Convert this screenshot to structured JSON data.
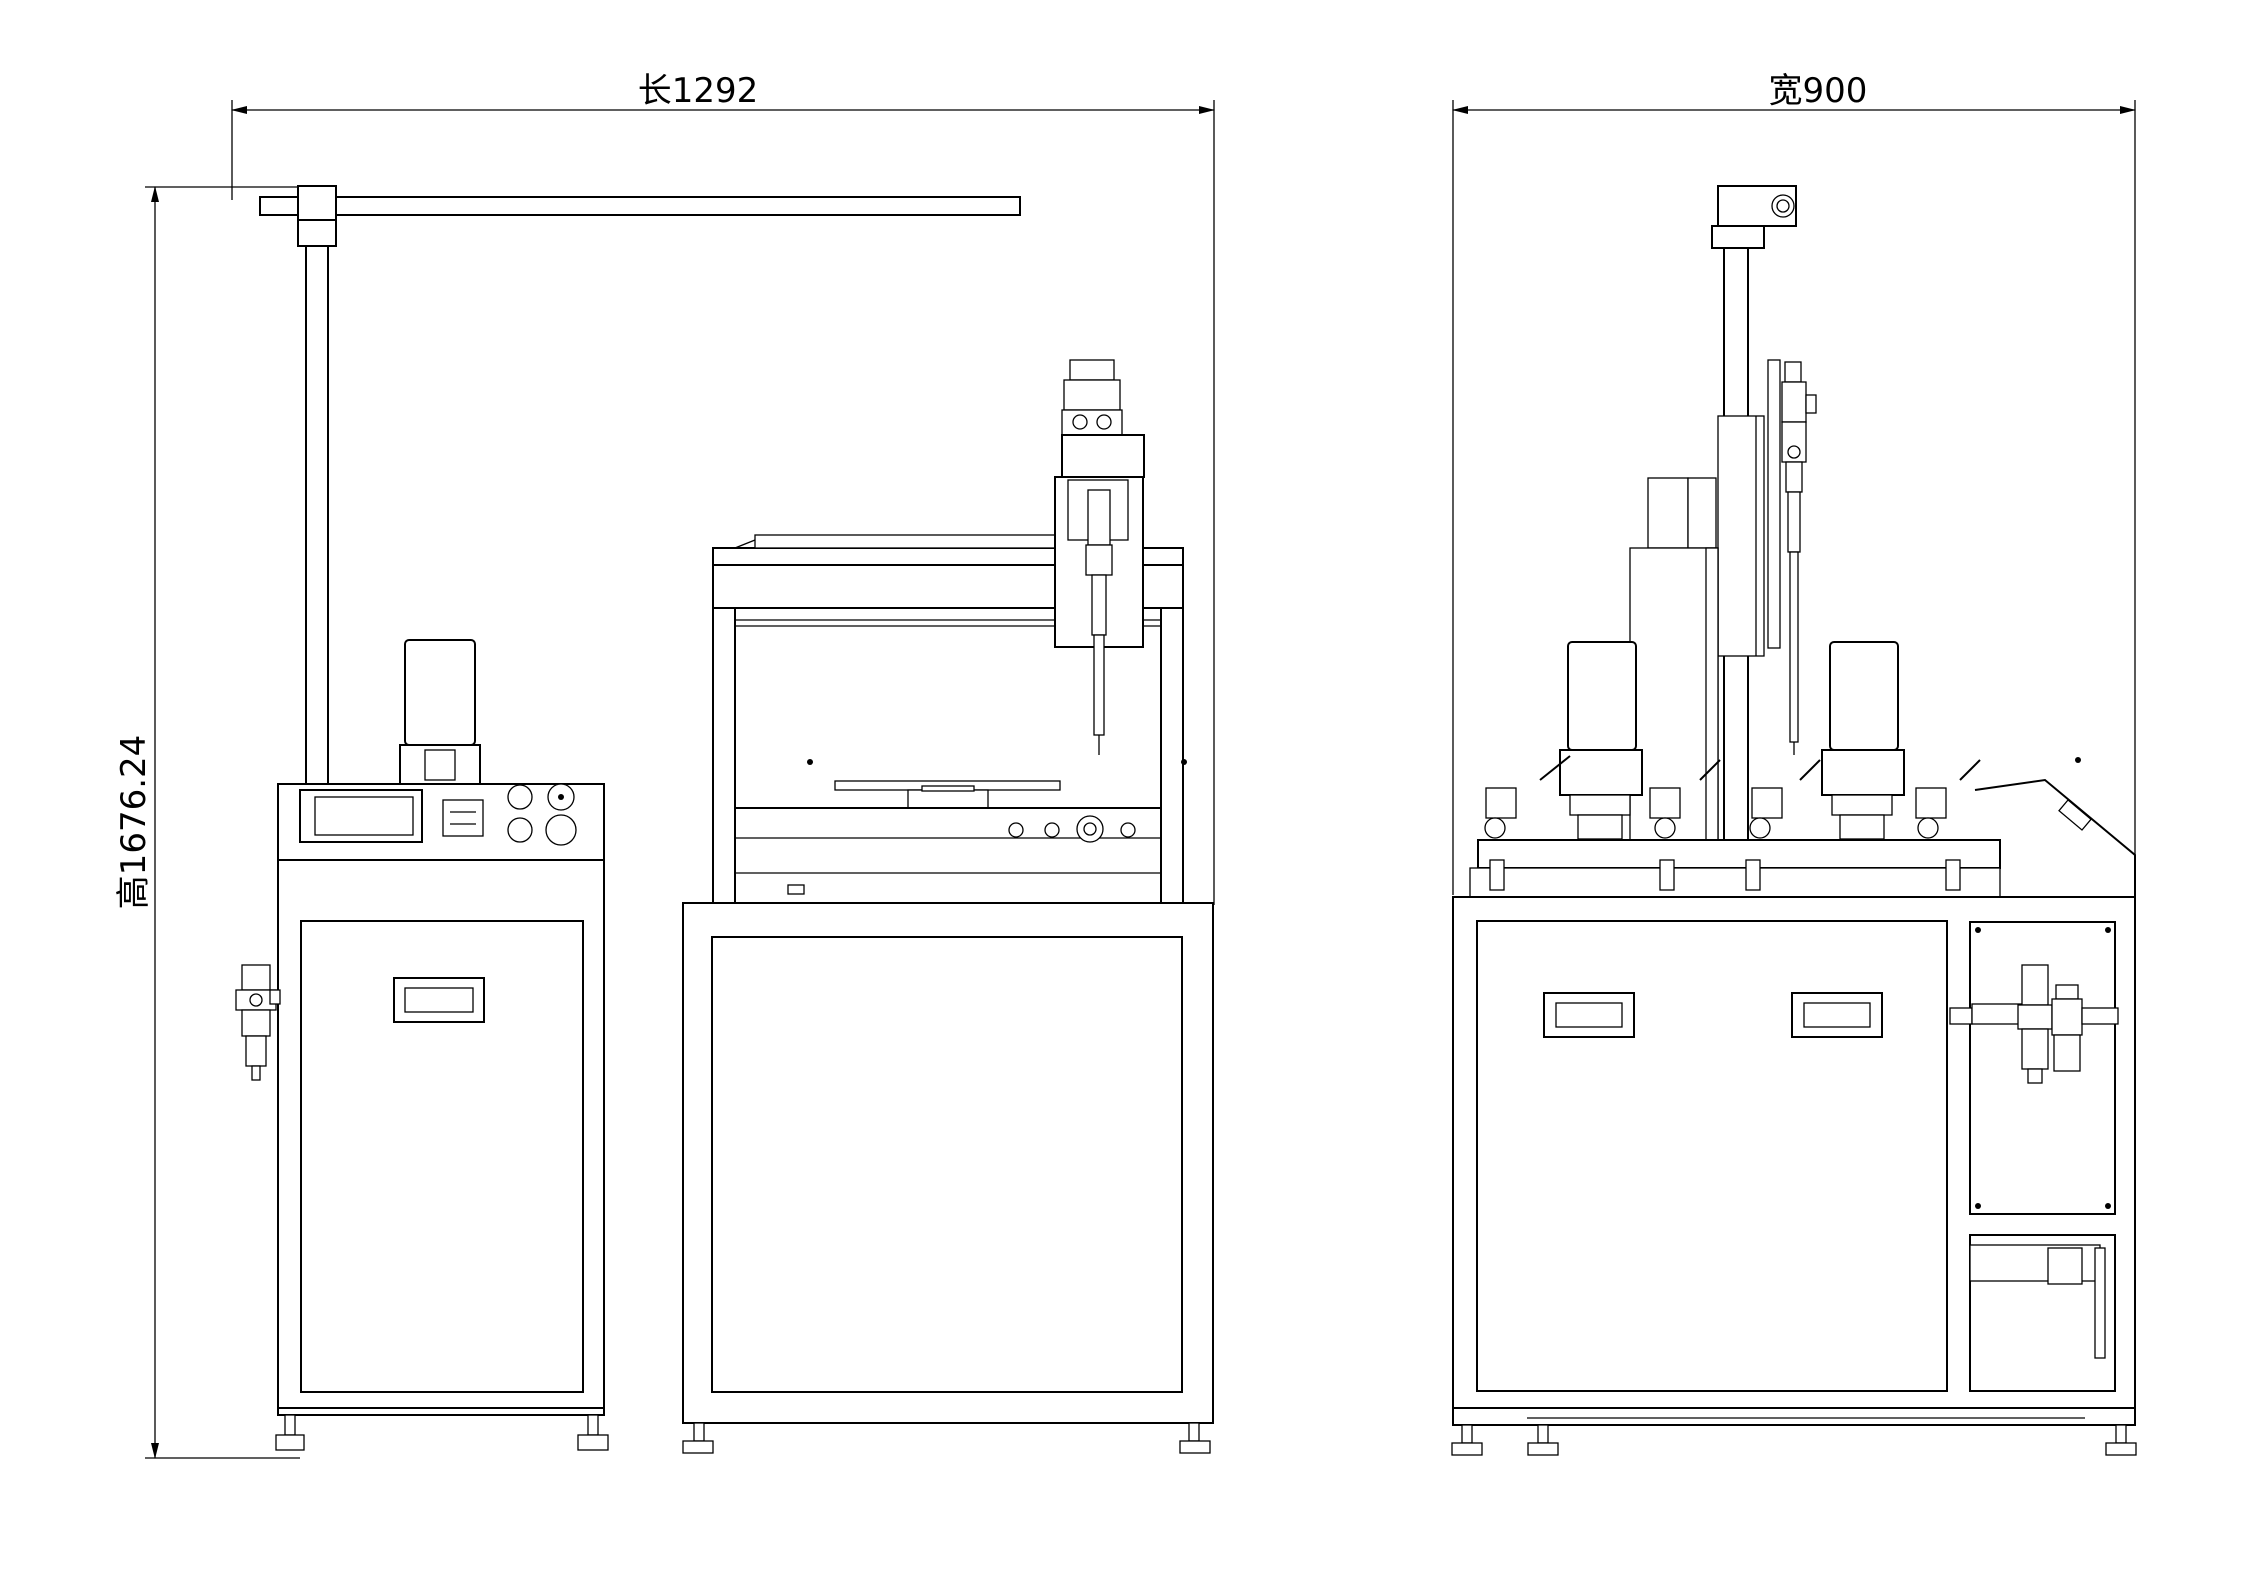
{
  "dimensions": {
    "length_label": "长1292",
    "width_label": "宽900",
    "height_label": "高1676.24"
  }
}
